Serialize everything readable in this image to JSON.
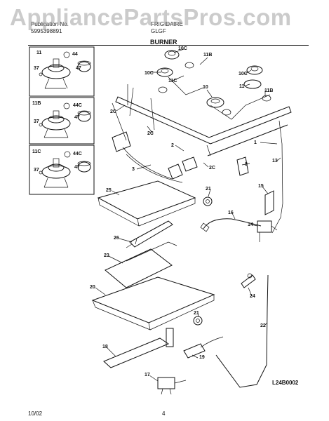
{
  "header": {
    "publication_label": "Publication No.",
    "publication_value": "5995398891",
    "brand": "FRIGIDAIRE",
    "model_prefix": "GLGF",
    "section_title": "BURNER"
  },
  "watermark": "AppliancePartsPros.com",
  "diagram_code": "L24B0002",
  "footer": {
    "date": "10/02",
    "page": "4"
  },
  "callouts": {
    "inset1": [
      "11",
      "44",
      "37",
      "47"
    ],
    "inset2": [
      "11B",
      "44C",
      "37",
      "47"
    ],
    "inset3": [
      "11C",
      "44C",
      "37",
      "47"
    ],
    "main": [
      "10C",
      "11B",
      "10C",
      "11C",
      "10",
      "10C",
      "11",
      "11B",
      "2C",
      "2C",
      "2",
      "2C",
      "3",
      "1",
      "13",
      "8",
      "25",
      "21",
      "15",
      "16",
      "14",
      "26",
      "23",
      "20",
      "21",
      "24",
      "22",
      "18",
      "19",
      "17"
    ]
  }
}
